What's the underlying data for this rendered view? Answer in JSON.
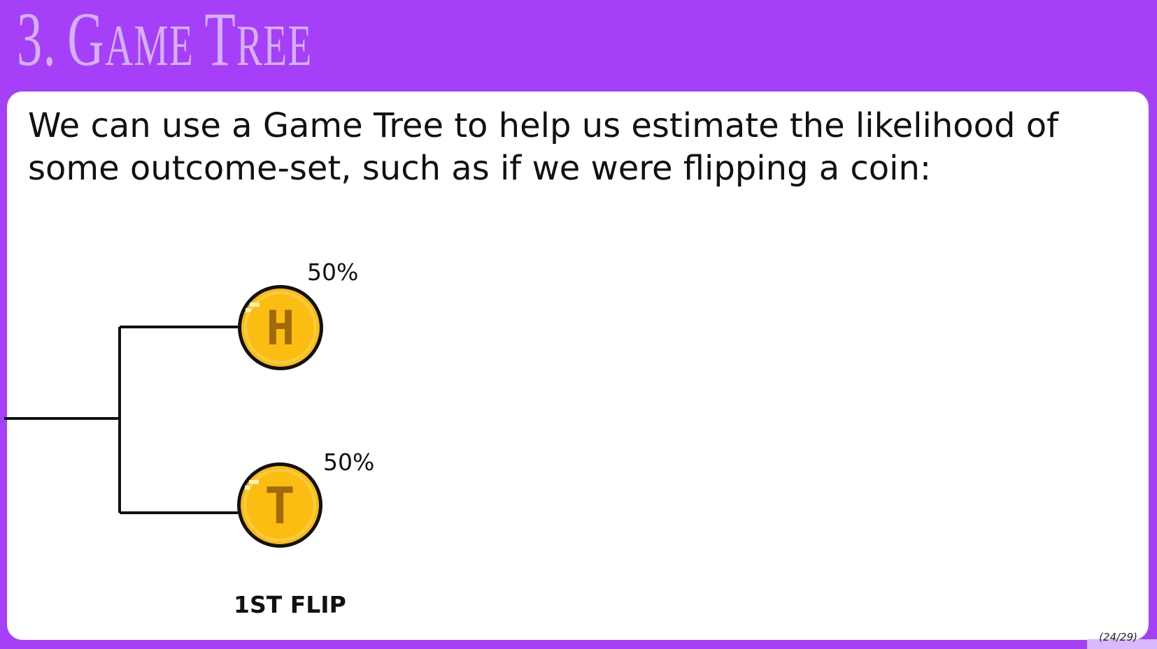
{
  "slide": {
    "title_number": "3.",
    "title_word1_initial": "G",
    "title_word1_rest": "AME",
    "title_word2_initial": "T",
    "title_word2_rest": "REE",
    "intro_text": "We can use a Game Tree to help us estimate the likelihood of some outcome-set, such as if we were flipping a coin:",
    "page_number": "(24/29)"
  },
  "tree": {
    "nodes": [
      {
        "label": "H",
        "probability": "50%"
      },
      {
        "label": "T",
        "probability": "50%"
      }
    ],
    "level_label": "1ST FLIP"
  },
  "colors": {
    "background": "#a53ff8",
    "title": "#d4b0ff",
    "coin_fill": "#fbbd12",
    "coin_letter": "#a06a0a",
    "coin_outline": "#111111"
  }
}
